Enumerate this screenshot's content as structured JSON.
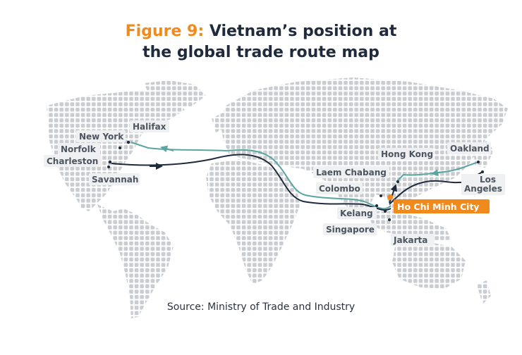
{
  "title": {
    "prefix": "Figure 9:",
    "line1": "Vietnam’s position at",
    "line2": "the global trade route map"
  },
  "source": "Source: Ministry of Trade and Industry",
  "colors": {
    "accent": "#f08a1c",
    "route_dark": "#1f2a3c",
    "route_teal": "#5aa5a0",
    "map_dots": "#c9ccd0"
  },
  "ports": {
    "halifax": "Halifax",
    "new_york": "New York",
    "norfolk": "Norfolk",
    "charleston": "Charleston",
    "savannah": "Savannah",
    "hong_kong": "Hong Kong",
    "oakland": "Oakland",
    "laem_chabang": "Laem Chabang",
    "los_angeles_1": "Los",
    "los_angeles_2": "Angeles",
    "colombo": "Colombo",
    "ho_chi_minh": "Ho Chi Minh City",
    "kelang": "Kelang",
    "singapore": "Singapore",
    "jakarta": "Jakarta"
  }
}
